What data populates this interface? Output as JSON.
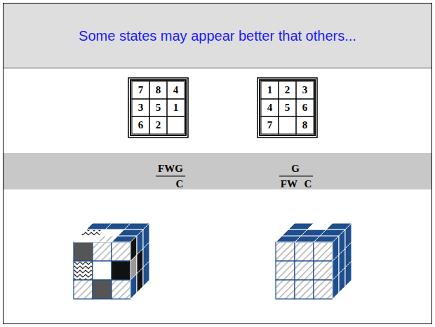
{
  "diagram": {
    "title": "Some states may appear better that others...",
    "labels": [
      "7",
      "8",
      "4",
      "3",
      "5",
      "1",
      "6",
      "2",
      "1",
      "2",
      "3",
      "4",
      "5",
      "6",
      "7",
      "8",
      "FWG",
      "C",
      "G",
      "FW C"
    ]
  }
}
